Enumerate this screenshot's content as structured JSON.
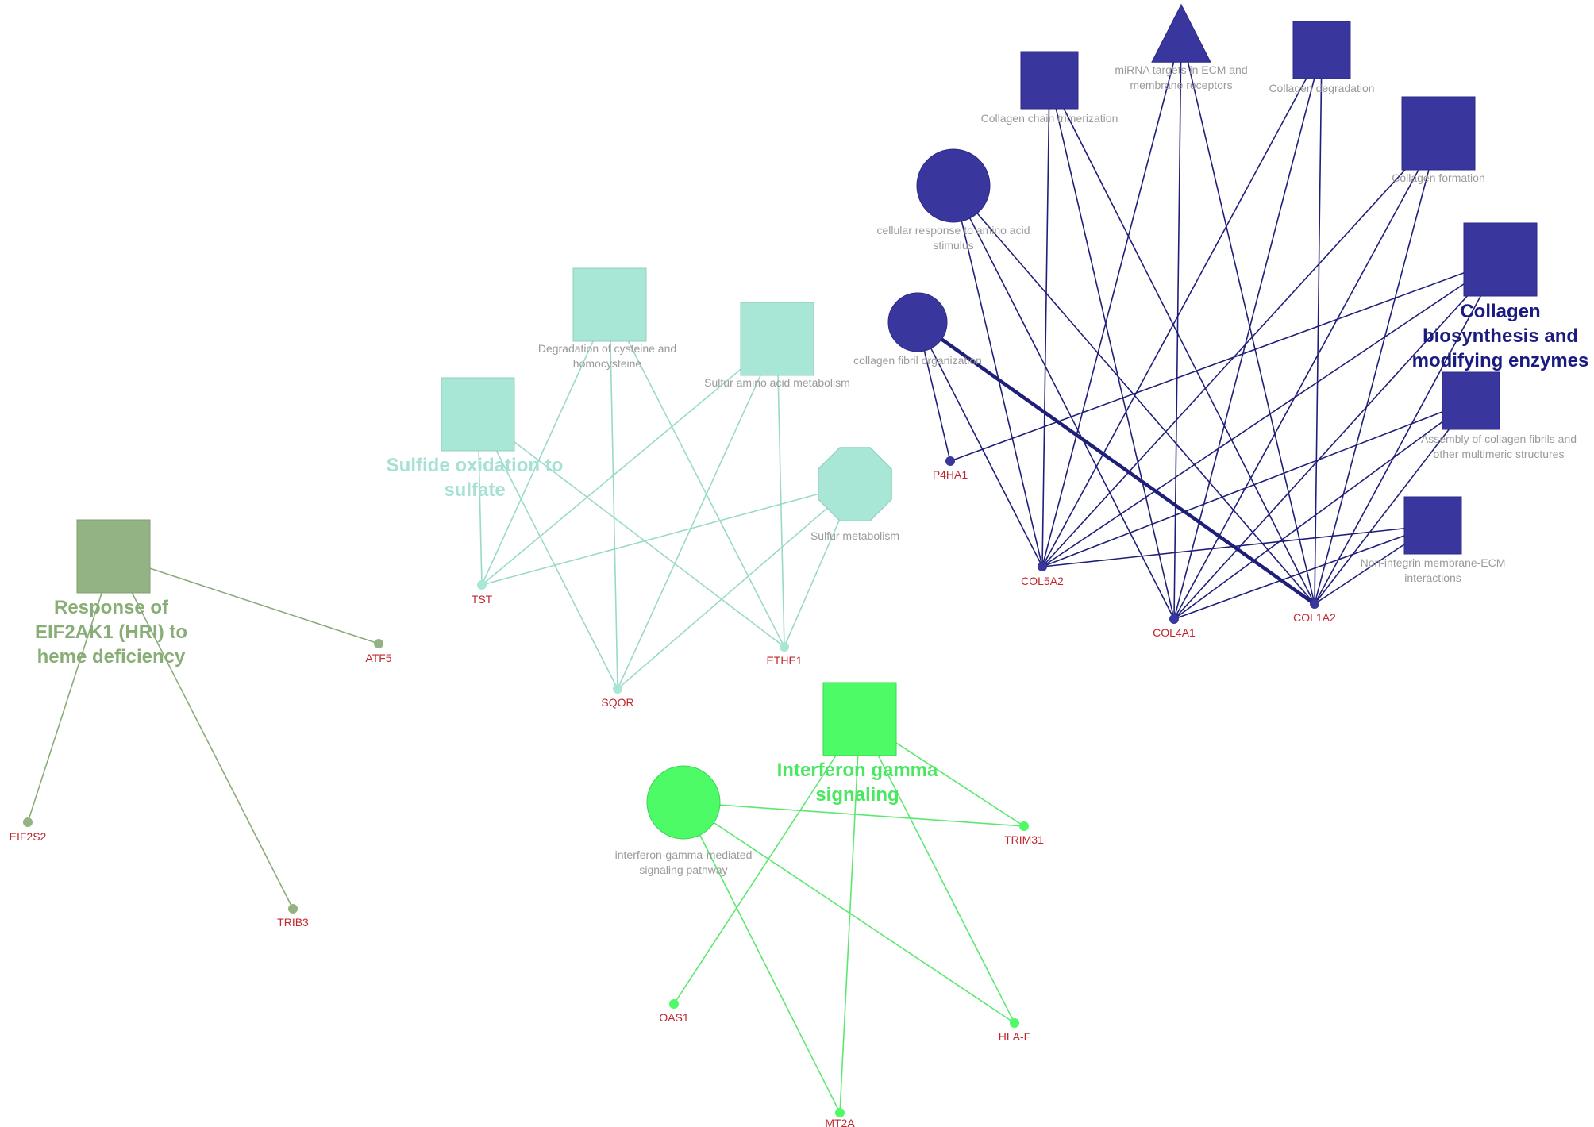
{
  "colors": {
    "collagen": "#39369e",
    "collagen_edge": "#1f1f7a",
    "collagen_title": "#1a1a80",
    "sulfur": "#a8e6d6",
    "sulfur_edge": "#9ad9c9",
    "sulfur_title": "#a6e1d4",
    "heme": "#94b384",
    "heme_edge": "#8aac7a",
    "heme_title": "#88ad76",
    "interferon": "#4cfb66",
    "interferon_edge": "#5ce870",
    "interferon_title": "#4ae860",
    "gene_text": "#c0272d",
    "term_text": "#9a9a9a"
  },
  "groups": {
    "collagen": {
      "title_lines": [
        "Collagen",
        "biosynthesis and",
        "modifying enzymes"
      ],
      "terms": {
        "chain": "Collagen chain trimerization",
        "mirna": [
          "miRNA targets in ECM and",
          "membrane receptors"
        ],
        "degradation": "Collagen degradation",
        "formation": "Collagen formation",
        "amino": [
          "cellular response to amino acid",
          "stimulus"
        ],
        "fibril": "collagen fibril organization",
        "biosynth": "Collagen biosynthesis and modifying enzymes",
        "assembly": [
          "Assembly of collagen fibrils and",
          "other multimeric structures"
        ],
        "nonintegrin": [
          "Non-integrin membrane-ECM",
          "interactions"
        ]
      },
      "genes": {
        "P4HA1": "P4HA1",
        "COL5A2": "COL5A2",
        "COL4A1": "COL4A1",
        "COL1A2": "COL1A2"
      }
    },
    "sulfur": {
      "title_lines": [
        "Sulfide oxidation to",
        "sulfate"
      ],
      "terms": {
        "degradation": [
          "Degradation of cysteine and",
          "homocysteine"
        ],
        "aminoacid": "Sulfur amino acid metabolism",
        "oxidation": "Sulfide oxidation to sulfate",
        "metabolism": "Sulfur metabolism"
      },
      "genes": {
        "TST": "TST",
        "SQOR": "SQOR",
        "ETHE1": "ETHE1"
      }
    },
    "heme": {
      "title_lines": [
        "Response of",
        "EIF2AK1 (HRI) to",
        "heme deficiency"
      ],
      "terms": {
        "response": "Response of EIF2AK1 (HRI) to heme deficiency"
      },
      "genes": {
        "ATF5": "ATF5",
        "EIF2S2": "EIF2S2",
        "TRIB3": "TRIB3"
      }
    },
    "interferon": {
      "title_lines": [
        "Interferon gamma",
        "signaling"
      ],
      "terms": {
        "signaling": "Interferon gamma signaling",
        "pathway": [
          "interferon-gamma-mediated",
          "signaling pathway"
        ]
      },
      "genes": {
        "TRIM31": "TRIM31",
        "OAS1": "OAS1",
        "HLA-F": "HLA-F",
        "MT2A": "MT2A"
      }
    }
  }
}
